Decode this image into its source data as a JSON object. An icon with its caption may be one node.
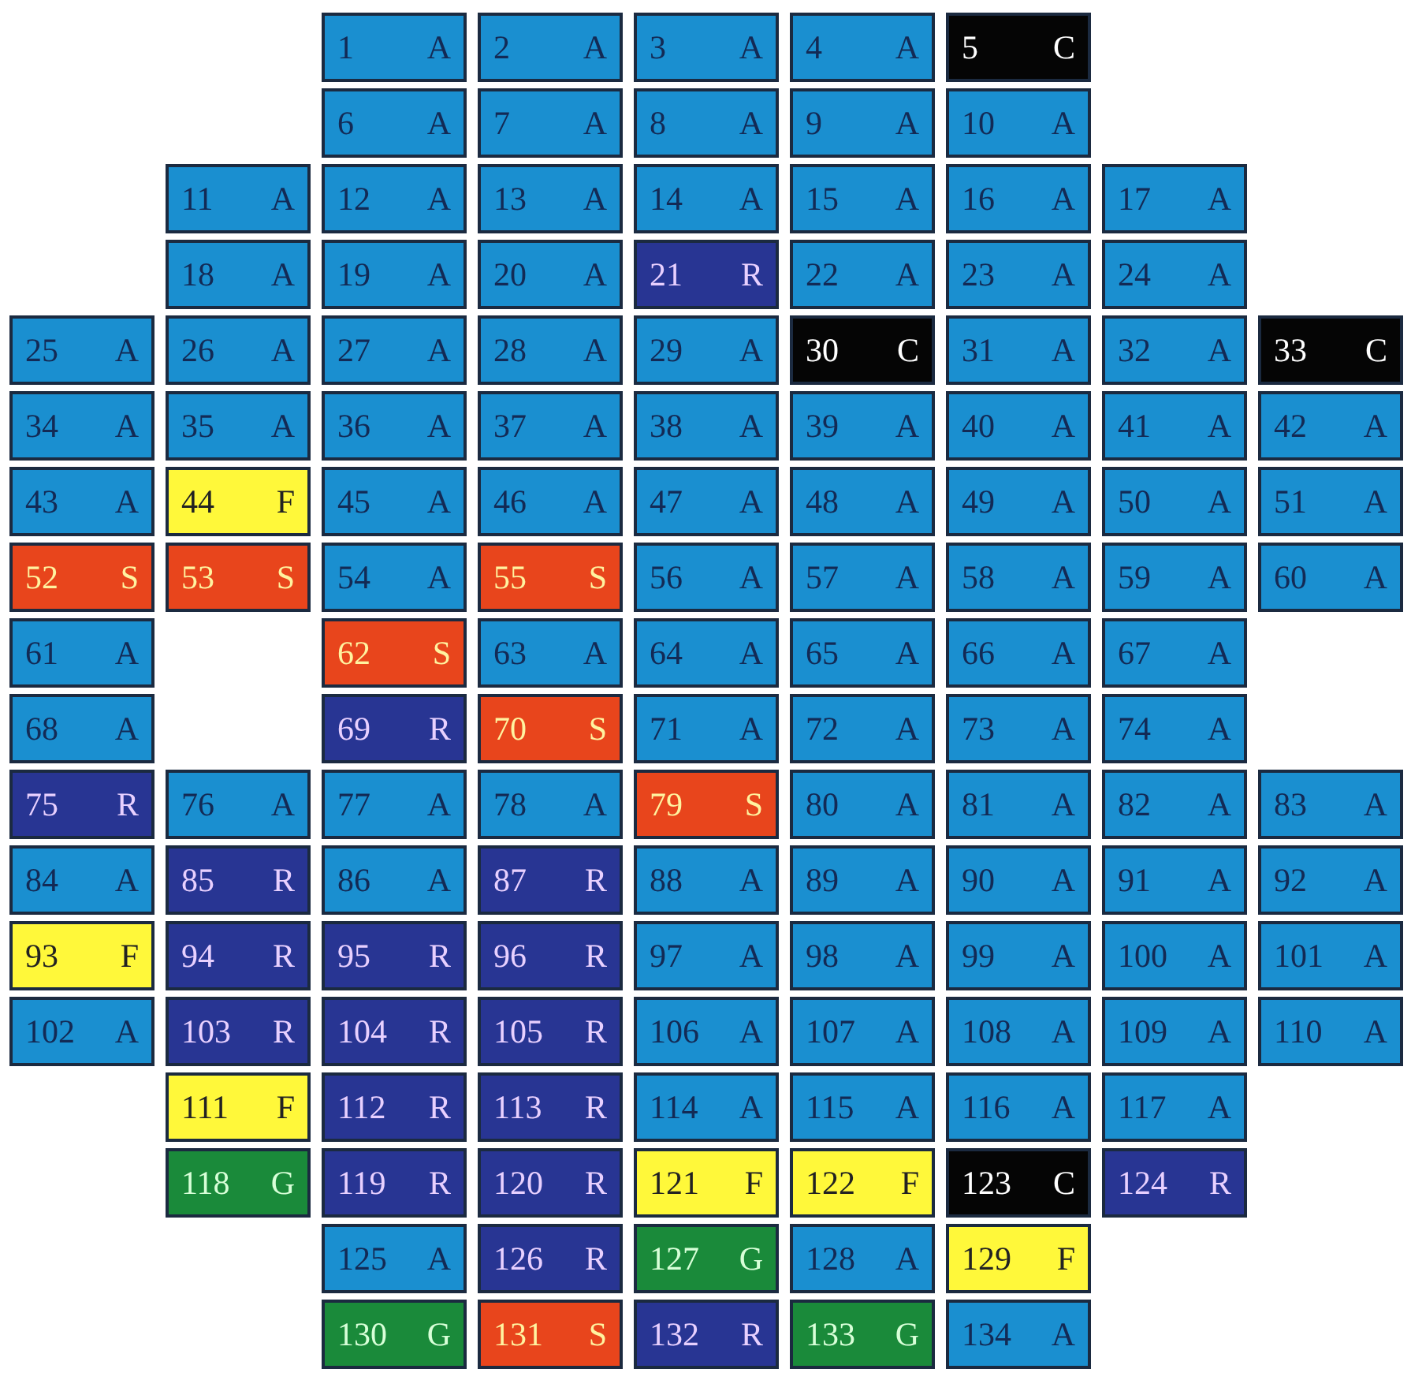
{
  "diagram": {
    "nodes": [
      {
        "text": [
          "1",
          "A"
        ]
      },
      {
        "text": [
          "2",
          "A"
        ]
      },
      {
        "text": [
          "3",
          "A"
        ]
      },
      {
        "text": [
          "4",
          "A"
        ]
      },
      {
        "text": [
          "5",
          "C"
        ]
      },
      {
        "text": [
          "6",
          "A"
        ]
      },
      {
        "text": [
          "7",
          "A"
        ]
      },
      {
        "text": [
          "8",
          "A"
        ]
      },
      {
        "text": [
          "9",
          "A"
        ]
      },
      {
        "text": [
          "10",
          "A"
        ]
      },
      {
        "text": [
          "11",
          "A"
        ]
      },
      {
        "text": [
          "12",
          "A"
        ]
      },
      {
        "text": [
          "13",
          "A"
        ]
      },
      {
        "text": [
          "14",
          "A"
        ]
      },
      {
        "text": [
          "15",
          "A"
        ]
      },
      {
        "text": [
          "16",
          "A"
        ]
      },
      {
        "text": [
          "17",
          "A"
        ]
      },
      {
        "text": [
          "18",
          "A"
        ]
      },
      {
        "text": [
          "19",
          "A"
        ]
      },
      {
        "text": [
          "20",
          "A"
        ]
      },
      {
        "text": [
          "21",
          "R"
        ]
      },
      {
        "text": [
          "22",
          "A"
        ]
      },
      {
        "text": [
          "23",
          "A"
        ]
      },
      {
        "text": [
          "24",
          "A"
        ]
      },
      {
        "text": [
          "25",
          "A"
        ]
      },
      {
        "text": [
          "26",
          "A"
        ]
      },
      {
        "text": [
          "27",
          "A"
        ]
      },
      {
        "text": [
          "28",
          "A"
        ]
      },
      {
        "text": [
          "29",
          "A"
        ]
      },
      {
        "text": [
          "30",
          "C"
        ]
      },
      {
        "text": [
          "31",
          "A"
        ]
      },
      {
        "text": [
          "32",
          "A"
        ]
      },
      {
        "text": [
          "33",
          "C"
        ]
      },
      {
        "text": [
          "34",
          "A"
        ]
      },
      {
        "text": [
          "35",
          "A"
        ]
      },
      {
        "text": [
          "36",
          "A"
        ]
      },
      {
        "text": [
          "37",
          "A"
        ]
      },
      {
        "text": [
          "38",
          "A"
        ]
      },
      {
        "text": [
          "39",
          "A"
        ]
      },
      {
        "text": [
          "40",
          "A"
        ]
      },
      {
        "text": [
          "41",
          "A"
        ]
      },
      {
        "text": [
          "42",
          "A"
        ]
      },
      {
        "text": [
          "43",
          "A"
        ]
      },
      {
        "text": [
          "44",
          "F"
        ]
      },
      {
        "text": [
          "45",
          "A"
        ]
      },
      {
        "text": [
          "46",
          "A"
        ]
      },
      {
        "text": [
          "47",
          "A"
        ]
      },
      {
        "text": [
          "48",
          "A"
        ]
      },
      {
        "text": [
          "49",
          "A"
        ]
      },
      {
        "text": [
          "50",
          "A"
        ]
      },
      {
        "text": [
          "51",
          "A"
        ]
      },
      {
        "text": [
          "52",
          "S"
        ]
      },
      {
        "text": [
          "53",
          "S"
        ]
      },
      {
        "text": [
          "54",
          "A"
        ]
      },
      {
        "text": [
          "55",
          "S"
        ]
      },
      {
        "text": [
          "56",
          "A"
        ]
      },
      {
        "text": [
          "57",
          "A"
        ]
      },
      {
        "text": [
          "58",
          "A"
        ]
      },
      {
        "text": [
          "59",
          "A"
        ]
      },
      {
        "text": [
          "60",
          "A"
        ]
      },
      {
        "text": [
          "61",
          "A"
        ]
      },
      {
        "text": [
          "62",
          "S"
        ]
      },
      {
        "text": [
          "63",
          "A"
        ]
      },
      {
        "text": [
          "64",
          "A"
        ]
      },
      {
        "text": [
          "65",
          "A"
        ]
      },
      {
        "text": [
          "66",
          "A"
        ]
      },
      {
        "text": [
          "67",
          "A"
        ]
      },
      {
        "text": [
          "68",
          "A"
        ]
      },
      {
        "text": [
          "69",
          "R"
        ]
      },
      {
        "text": [
          "70",
          "S"
        ]
      },
      {
        "text": [
          "71",
          "A"
        ]
      },
      {
        "text": [
          "72",
          "A"
        ]
      },
      {
        "text": [
          "73",
          "A"
        ]
      },
      {
        "text": [
          "74",
          "A"
        ]
      },
      {
        "text": [
          "75",
          "R"
        ]
      },
      {
        "text": [
          "76",
          "A"
        ]
      },
      {
        "text": [
          "77",
          "A"
        ]
      },
      {
        "text": [
          "78",
          "A"
        ]
      },
      {
        "text": [
          "79",
          "S"
        ]
      },
      {
        "text": [
          "80",
          "A"
        ]
      },
      {
        "text": [
          "81",
          "A"
        ]
      },
      {
        "text": [
          "82",
          "A"
        ]
      },
      {
        "text": [
          "83",
          "A"
        ]
      },
      {
        "text": [
          "84",
          "A"
        ]
      },
      {
        "text": [
          "85",
          "R"
        ]
      },
      {
        "text": [
          "86",
          "A"
        ]
      },
      {
        "text": [
          "87",
          "R"
        ]
      },
      {
        "text": [
          "88",
          "A"
        ]
      },
      {
        "text": [
          "89",
          "A"
        ]
      },
      {
        "text": [
          "90",
          "A"
        ]
      },
      {
        "text": [
          "91",
          "A"
        ]
      },
      {
        "text": [
          "92",
          "A"
        ]
      },
      {
        "text": [
          "93",
          "F"
        ]
      },
      {
        "text": [
          "94",
          "R"
        ]
      },
      {
        "text": [
          "95",
          "R"
        ]
      },
      {
        "text": [
          "96",
          "R"
        ]
      },
      {
        "text": [
          "97",
          "A"
        ]
      },
      {
        "text": [
          "98",
          "A"
        ]
      },
      {
        "text": [
          "99",
          "A"
        ]
      },
      {
        "text": [
          "100",
          "A"
        ]
      },
      {
        "text": [
          "101",
          "A"
        ]
      },
      {
        "text": [
          "102",
          "A"
        ]
      },
      {
        "text": [
          "103",
          "R"
        ]
      },
      {
        "text": [
          "104",
          "R"
        ]
      },
      {
        "text": [
          "105",
          "R"
        ]
      },
      {
        "text": [
          "106",
          "A"
        ]
      },
      {
        "text": [
          "107",
          "A"
        ]
      },
      {
        "text": [
          "108",
          "A"
        ]
      },
      {
        "text": [
          "109",
          "A"
        ]
      },
      {
        "text": [
          "110",
          "A"
        ]
      },
      {
        "text": [
          "111",
          "F"
        ]
      },
      {
        "text": [
          "112",
          "R"
        ]
      },
      {
        "text": [
          "113",
          "R"
        ]
      },
      {
        "text": [
          "114",
          "A"
        ]
      },
      {
        "text": [
          "115",
          "A"
        ]
      },
      {
        "text": [
          "116",
          "A"
        ]
      },
      {
        "text": [
          "117",
          "A"
        ]
      },
      {
        "text": [
          "118",
          "G"
        ]
      },
      {
        "text": [
          "119",
          "R"
        ]
      },
      {
        "text": [
          "120",
          "R"
        ]
      },
      {
        "text": [
          "121",
          "F"
        ]
      },
      {
        "text": [
          "122",
          "F"
        ]
      },
      {
        "text": [
          "123",
          "C"
        ]
      },
      {
        "text": [
          "124",
          "R"
        ]
      },
      {
        "text": [
          "125",
          "A"
        ]
      },
      {
        "text": [
          "126",
          "R"
        ]
      },
      {
        "text": [
          "127",
          "G"
        ]
      },
      {
        "text": [
          "128",
          "A"
        ]
      },
      {
        "text": [
          "129",
          "F"
        ]
      },
      {
        "text": [
          "130",
          "G"
        ]
      },
      {
        "text": [
          "131",
          "S"
        ]
      },
      {
        "text": [
          "132",
          "R"
        ]
      },
      {
        "text": [
          "133",
          "G"
        ]
      },
      {
        "text": [
          "134",
          "A"
        ]
      }
    ]
  }
}
